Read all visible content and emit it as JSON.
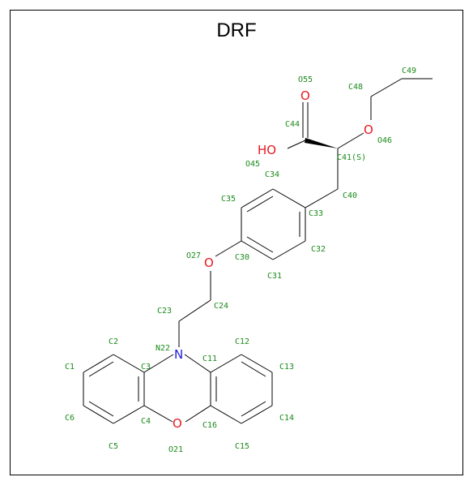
{
  "title": "DRF",
  "colors": {
    "carbon_label": "#1a8a1a",
    "oxygen": "#e8181e",
    "nitrogen": "#1d1dd8",
    "bond": "#000000"
  },
  "heteroatoms": {
    "o_ring": "O",
    "n_ring": "N",
    "o_ether": "O",
    "o_ethoxy": "O",
    "o_carbonyl": "O",
    "hydroxyl": "HO"
  },
  "atom_labels": {
    "C1": "C1",
    "C2": "C2",
    "C3": "C3",
    "C4": "C4",
    "C5": "C5",
    "C6": "C6",
    "C11": "C11",
    "C12": "C12",
    "C13": "C13",
    "C14": "C14",
    "C15": "C15",
    "C16": "C16",
    "O21": "O21",
    "N22": "N22",
    "C23": "C23",
    "C24": "C24",
    "O27": "O27",
    "C30": "C30",
    "C31": "C31",
    "C32": "C32",
    "C33": "C33",
    "C34": "C34",
    "C35": "C35",
    "C40": "C40",
    "C41": "C41(S)",
    "C44": "C44",
    "O45": "O45",
    "O46": "O46",
    "C48": "C48",
    "C49": "C49",
    "O55": "O55"
  }
}
